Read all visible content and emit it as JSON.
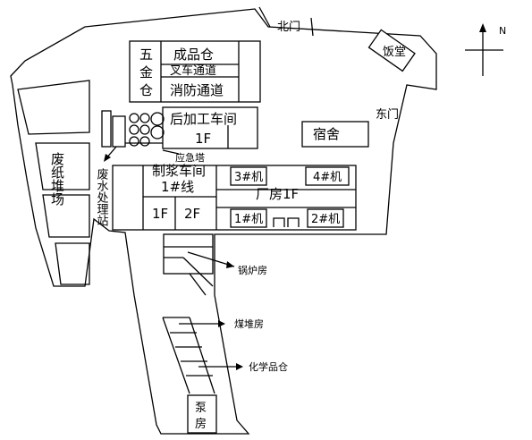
{
  "labels": {
    "north_gate": "北门",
    "east_gate": "东门",
    "canteen": "饭堂",
    "compass_n": "N",
    "hardware_1": "五",
    "hardware_2": "金",
    "hardware_3": "仓",
    "finished_goods": "成品仓",
    "forklift_road": "叉车通道",
    "fire_road": "消防通道",
    "post_processing": "后加工车间",
    "post_processing_floor": "1F",
    "emergency_tower": "应急塔",
    "dormitory": "宿舍",
    "waste_paper": "废纸堆场",
    "wastewater": "废水处理站",
    "pulping": "制浆车间",
    "line_1": "1#线",
    "floor_1": "1F",
    "floor_2": "2F",
    "factory": "厂房1F",
    "machine_1": "1#机",
    "machine_2": "2#机",
    "machine_3": "3#机",
    "machine_4": "4#机",
    "boiler": "锅炉房",
    "coal": "煤堆房",
    "chemical": "化学品仓",
    "pump": "泵房"
  },
  "colors": {
    "line": "#000000",
    "background": "#ffffff"
  }
}
